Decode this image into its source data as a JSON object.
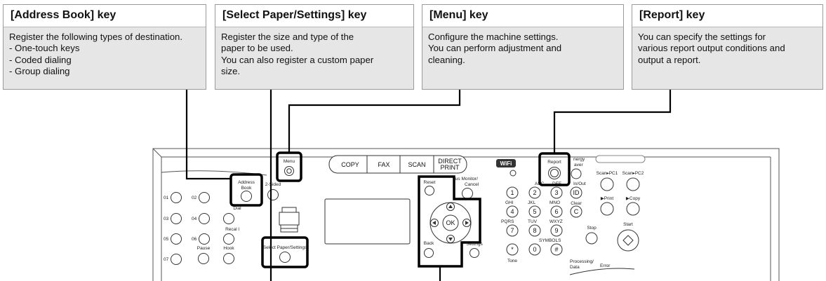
{
  "callouts": {
    "address_book": {
      "title": "[Address Book] key",
      "lines": [
        "Register the following types of destination.",
        "- One-touch keys",
        "- Coded dialing",
        "- Group dialing"
      ]
    },
    "paper": {
      "title": "[Select Paper/Settings] key",
      "lines": [
        "Register the size and type of the",
        "paper to be used.",
        "You can also register a custom paper",
        "size."
      ]
    },
    "menu": {
      "title": "[Menu] key",
      "lines": [
        "Configure the machine settings.",
        "You can perform adjustment and",
        "cleaning."
      ]
    },
    "report": {
      "title": "[Report] key",
      "lines": [
        "You can specify the settings for",
        "various report output conditions and",
        "output a report."
      ]
    }
  },
  "panel": {
    "onetouch": [
      "01",
      "02",
      "03",
      "04",
      "05",
      "06",
      "07"
    ],
    "pause": "Pause",
    "hook": "Hook",
    "recall": "Recal l",
    "dial": "Dial",
    "address_book_line1": "Address",
    "address_book_line2": "Book",
    "coded_dial": "2-Sided",
    "menu_key": "Menu",
    "select_paper": "Select Paper/Settings",
    "modes": [
      "COPY",
      "FAX",
      "SCAN"
    ],
    "direct_print_1": "DIRECT",
    "direct_print_2": "PRINT",
    "reset": "Reset",
    "status_monitor_1": "tus Monitor/",
    "status_monitor_2": "Cancel",
    "back": "Back",
    "settings": "Settings",
    "ok": "OK",
    "wifi": "WiFi",
    "report_key": "Report",
    "energy_saver_1": "nergy",
    "energy_saver_2": "aver",
    "id_login": "In/Out",
    "id_key": "ID",
    "clear": "Clear",
    "clear_key": "C",
    "keypad": [
      "1",
      "2",
      "3",
      "4",
      "5",
      "6",
      "7",
      "8",
      "9",
      "*",
      "0",
      "#"
    ],
    "keypad_letters": [
      "ABC",
      "DEF",
      "GHI",
      "JKL",
      "MNO",
      "PQRS",
      "TUV",
      "WXYZ",
      "SYMBOLS"
    ],
    "tone": "Tone",
    "scan_pc1": "Scan▸PC1",
    "scan_pc2": "Scan▸PC2",
    "id_print": "▶Print",
    "id_copy": "▶Copy",
    "stop": "Stop",
    "start": "Start",
    "processing_1": "Processing/",
    "processing_2": "Data",
    "error": "Error"
  }
}
